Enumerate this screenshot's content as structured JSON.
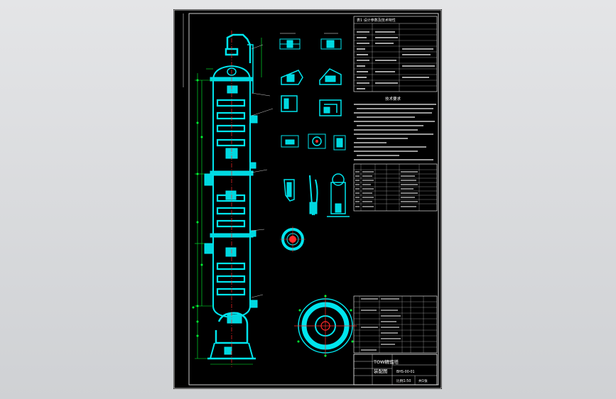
{
  "drawing": {
    "title_line1": "TOW精馏塔",
    "title_line2": "装配图",
    "drawing_number": "BHS-00-01",
    "scale_label": "比例1:50",
    "sheet_label": "共1张",
    "notes_heading": "技术要求",
    "data_table_heading": "表1 设计参数及技术特性"
  },
  "colors": {
    "background": "#000000",
    "frame": "#ffffff",
    "column": "#00e5ee",
    "dimension": "#00ff33",
    "centerline": "#ff2a2a"
  }
}
